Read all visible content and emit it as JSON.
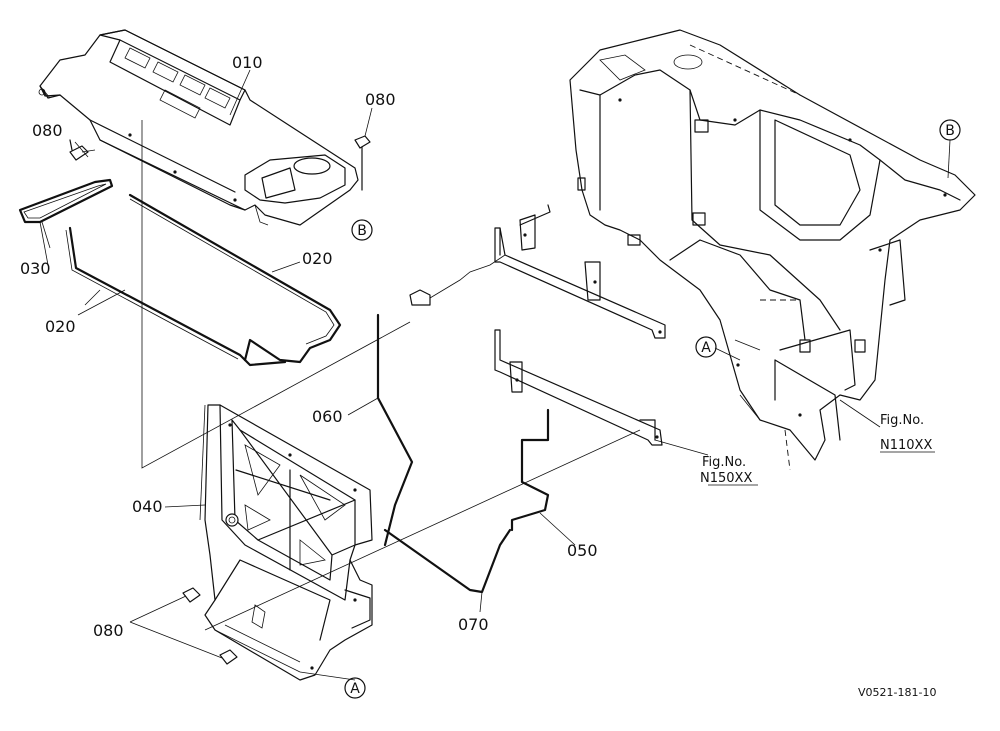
{
  "diagram": {
    "part_labels": {
      "p010": "010",
      "p020a": "020",
      "p020b": "020",
      "p030": "030",
      "p040": "040",
      "p050": "050",
      "p060": "060",
      "p070": "070",
      "p080a": "080",
      "p080b": "080",
      "p080c": "080"
    },
    "ref_markers": {
      "a_left": "A",
      "a_right": "A",
      "b_left": "B",
      "b_right": "B"
    },
    "figure_refs": [
      {
        "prefix": "Fig.No.",
        "number": "N150XX"
      },
      {
        "prefix": "Fig.No.",
        "number": "N110XX"
      }
    ],
    "drawing_code": "V0521-181-10"
  }
}
